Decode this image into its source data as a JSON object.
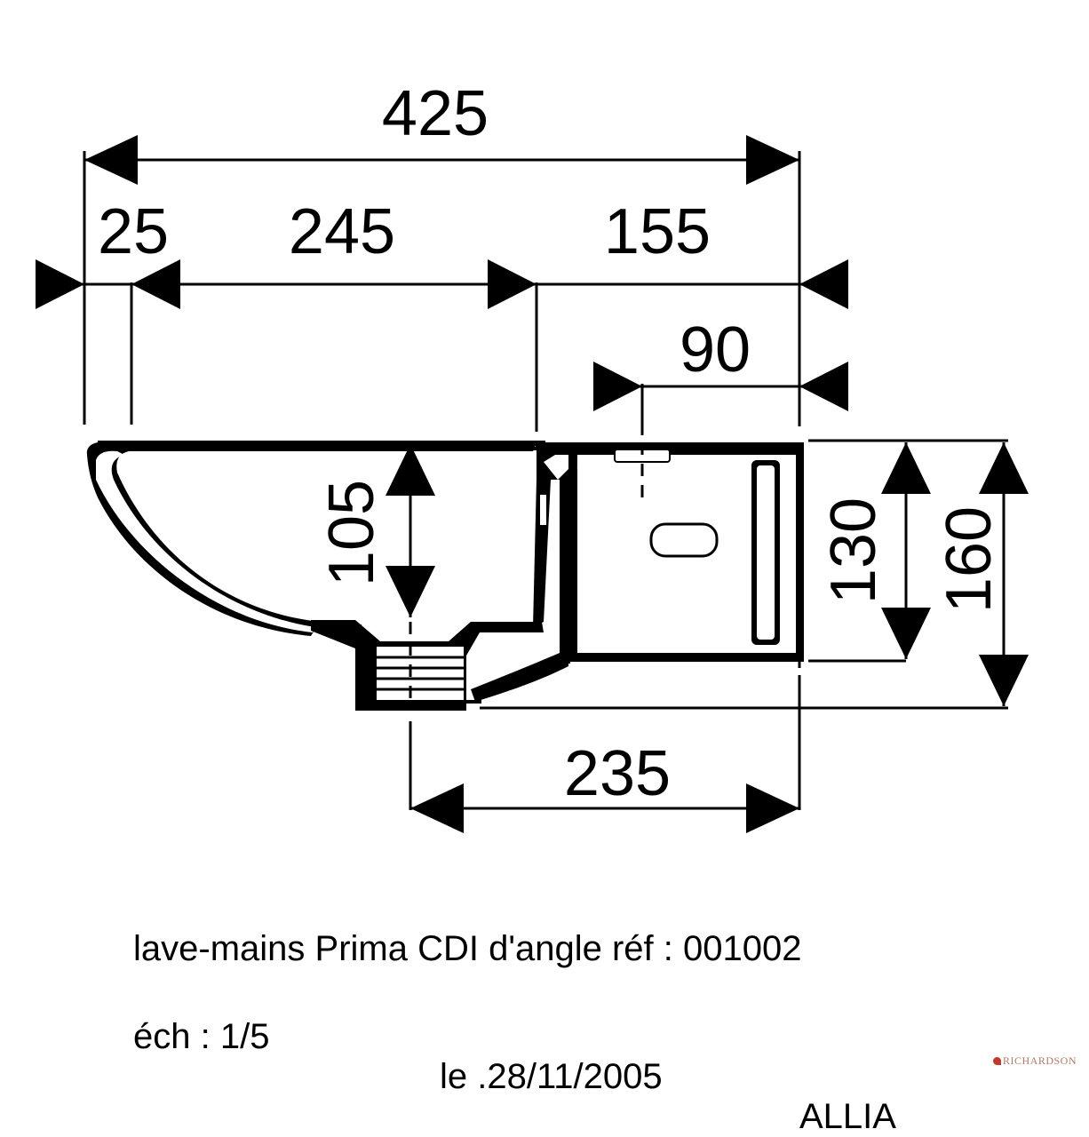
{
  "dimensions": {
    "overall_width": "425",
    "left_margin": "25",
    "bowl_width": "245",
    "deck_width": "155",
    "tap_offset": "90",
    "bowl_depth": "105",
    "back_height": "130",
    "total_height": "160",
    "base_width": "235"
  },
  "caption": {
    "line1": "lave-mains Prima CDI d'angle réf : 001002",
    "scale": "éch : 1/5",
    "date": "le .28/11/2005",
    "brand": "ALLIA"
  },
  "watermark": "RICHARDSON",
  "colors": {
    "ink": "#000000",
    "paper": "#ffffff",
    "watermark": "#b07a6a"
  }
}
